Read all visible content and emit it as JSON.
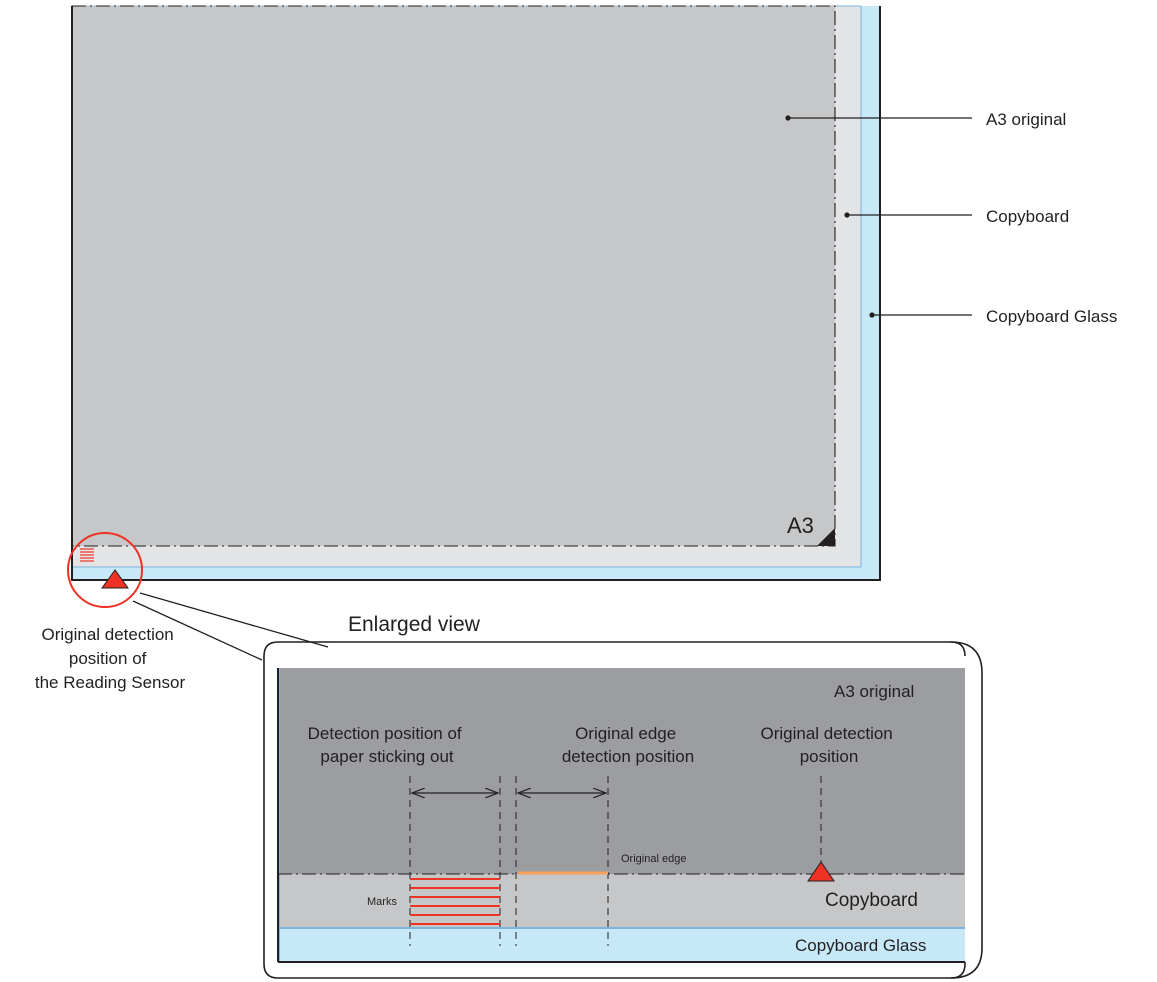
{
  "top_view": {
    "a3_mark": "A3",
    "callouts": {
      "a3_original": "A3 original",
      "copyboard": "Copyboard",
      "copyboard_glass": "Copyboard Glass"
    },
    "sensor_label": [
      "Original detection",
      "position of",
      "the Reading Sensor"
    ]
  },
  "enlarged_view": {
    "title": "Enlarged view",
    "a3_original": "A3 original",
    "detection_sticking_out": [
      "Detection position of",
      "paper sticking out"
    ],
    "edge_detection": [
      "Original edge",
      "detection position"
    ],
    "original_detection": [
      "Original detection",
      "position"
    ],
    "original_edge": "Original edge",
    "marks": "Marks",
    "copyboard": "Copyboard",
    "copyboard_glass": "Copyboard Glass"
  },
  "colors": {
    "original_gray": "#c6c7c9",
    "copyboard": "#e3e4e6",
    "glass": "#c6e8f7",
    "enlarged_original": "#9c9da0",
    "accent_red": "#ee3324",
    "edge_orange": "#f7a35c"
  }
}
